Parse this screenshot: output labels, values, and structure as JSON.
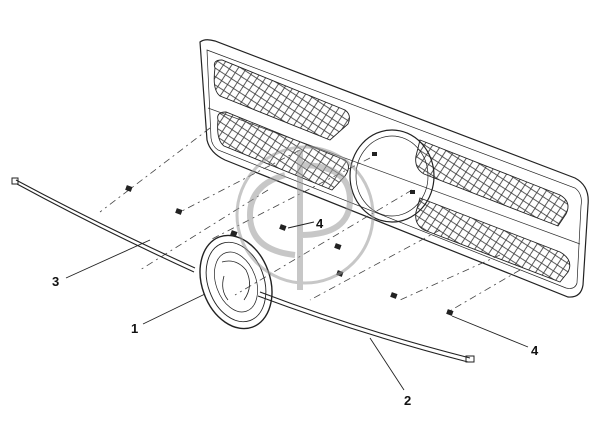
{
  "diagram": {
    "callouts": [
      {
        "id": "callout-1",
        "label": "1"
      },
      {
        "id": "callout-2",
        "label": "2"
      },
      {
        "id": "callout-3",
        "label": "3"
      },
      {
        "id": "callout-4a",
        "label": "4"
      },
      {
        "id": "callout-4b",
        "label": "4"
      }
    ],
    "parts": [
      {
        "id": "grille-panel",
        "icon": "radiator-grille-icon"
      },
      {
        "id": "emblem-ring",
        "icon": "ring-emblem-icon"
      },
      {
        "id": "lower-chrome-trim",
        "icon": "trim-strip-icon"
      },
      {
        "id": "upper-chrome-trim",
        "icon": "trim-strip-icon"
      },
      {
        "id": "clip-fastener",
        "icon": "clip-icon"
      }
    ],
    "colors": {
      "line": "#222222",
      "background": "#ffffff",
      "watermark": "#9a9a9a"
    }
  }
}
